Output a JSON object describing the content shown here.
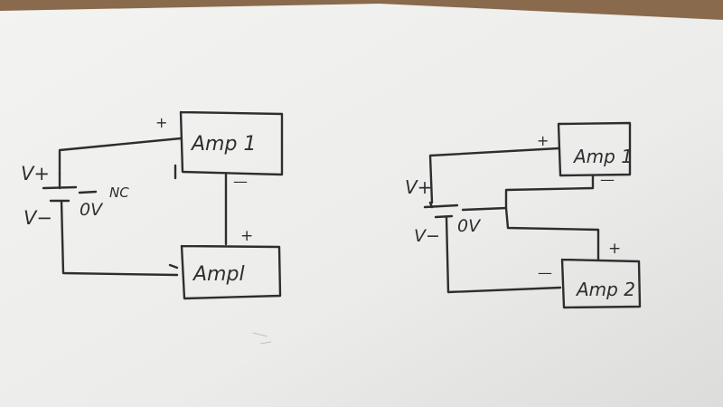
{
  "left_circuit": {
    "amp_top": {
      "label": "Amp 1",
      "plus": "+",
      "minus": "—"
    },
    "amp_bottom": {
      "label": "Ampl",
      "plus": "+",
      "minus": "—"
    },
    "supply": {
      "vplus": "V+",
      "vminus": "V−",
      "ground": "0V",
      "nc": "NC"
    },
    "junction_mark": "|"
  },
  "right_circuit": {
    "amp_top": {
      "label": "Amp 1",
      "plus": "+",
      "minus": "—"
    },
    "amp_bottom": {
      "label": "Amp 2",
      "plus": "+",
      "minus": "—"
    },
    "supply": {
      "vplus": "V+",
      "vminus": "V−",
      "ground": "0V"
    }
  },
  "colors": {
    "paper": "#efefed",
    "ink": "#2e2d30",
    "wood": "#8a6a4c"
  }
}
